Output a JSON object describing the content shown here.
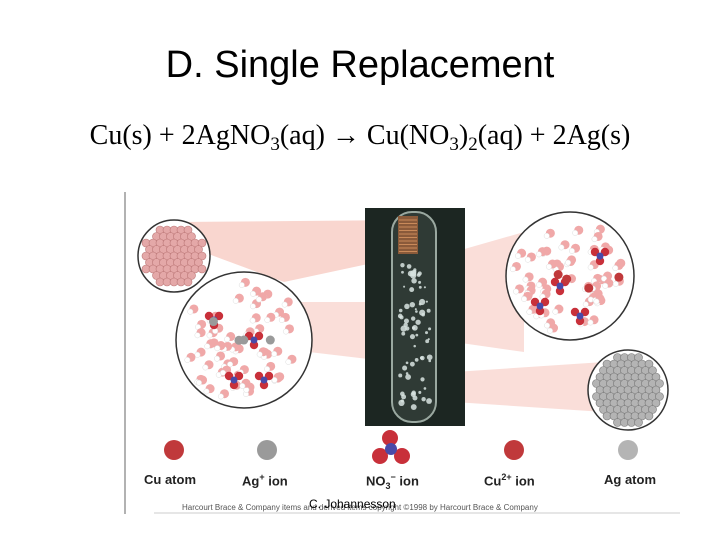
{
  "slide": {
    "title": "D. Single Replacement",
    "author": "C. Johannesson"
  },
  "equation": {
    "reactant1": "Cu(s) + 2Ag",
    "reactant2": "NO",
    "reactant2_sub": "3",
    "reactant2_tail": "(aq) ",
    "arrow": "→",
    "product1": " Cu(NO",
    "product1_sub1": "3",
    "product1_mid": ")",
    "product1_sub2": "2",
    "product1_tail": "(aq) + 2Ag(s)"
  },
  "figure": {
    "legend": [
      {
        "label": "Cu atom",
        "sup": "",
        "sub": ""
      },
      {
        "label": "Ag",
        "sup": "+",
        "sub": "",
        "suffix": " ion"
      },
      {
        "label": "NO",
        "sup": "−",
        "sub": "3",
        "suffix": " ion"
      },
      {
        "label": "Cu",
        "sup": "2+",
        "sub": "",
        "suffix": " ion"
      },
      {
        "label": "Ag atom",
        "sup": "",
        "sub": ""
      }
    ],
    "credit": "Harcourt Brace & Company items and derived items copyright ©1998 by Harcourt Brace & Company",
    "colors": {
      "cu_atom": "#c0393b",
      "ag_ion": "#9a9a9a",
      "nitrate_n": "#4a4aa8",
      "nitrate_o": "#c8303a",
      "water_o": "#f0a8a8",
      "water_h": "#ffffff",
      "beam": "#f9d6cf",
      "tube_bg": "#1c2622",
      "ag_atom": "#b4b4b4"
    }
  }
}
